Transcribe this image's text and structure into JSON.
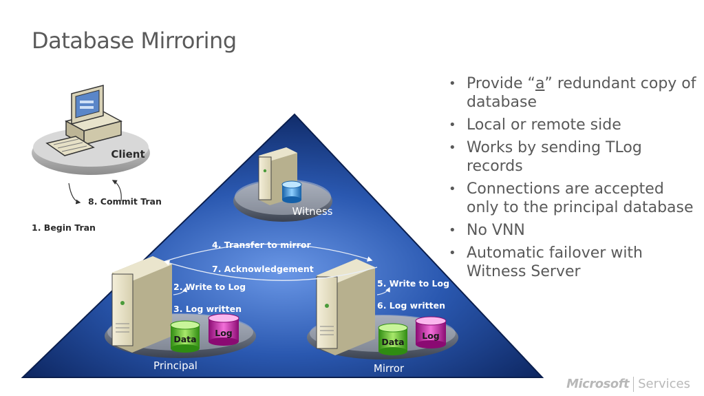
{
  "title": "Database Mirroring",
  "bullets": [
    {
      "pre": "Provide “",
      "em": "a",
      "post": "” redundant copy of database"
    },
    {
      "pre": "Local or remote side",
      "em": "",
      "post": ""
    },
    {
      "pre": "Works by sending TLog records",
      "em": "",
      "post": ""
    },
    {
      "pre": "Connections are accepted only to the principal database",
      "em": "",
      "post": ""
    },
    {
      "pre": "No VNN",
      "em": "",
      "post": ""
    },
    {
      "pre": "Automatic failover with Witness Server",
      "em": "",
      "post": ""
    }
  ],
  "nodes": {
    "client": "Client",
    "witness": "Witness",
    "principal": "Principal",
    "mirror": "Mirror"
  },
  "cylinders": {
    "data": "Data",
    "log": "Log"
  },
  "steps": {
    "s1": "1. Begin Tran",
    "s2": "2. Write to Log",
    "s3": "3. Log written",
    "s4": "4. Transfer to mirror",
    "s5": "5. Write to Log",
    "s6": "6. Log written",
    "s7": "7. Acknowledgement",
    "s8": "8. Commit Tran"
  },
  "brand": {
    "company": "Microsoft",
    "division": "Services"
  },
  "colors": {
    "triangle_dark": "#0b2a6b",
    "triangle_light": "#5a86d8",
    "data_cylinder": "#5cbd2f",
    "log_cylinder": "#d617b3",
    "witness_cylinder": "#2f8fd6"
  }
}
